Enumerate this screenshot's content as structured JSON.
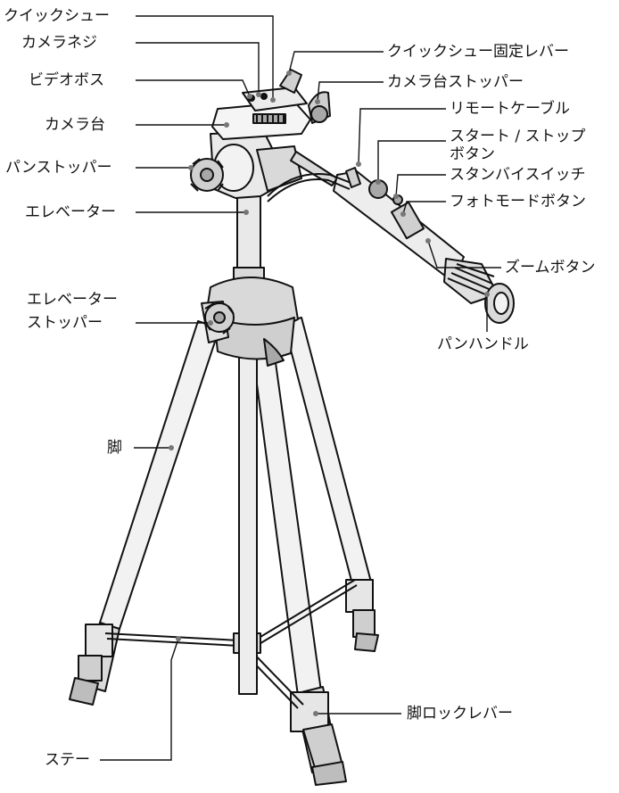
{
  "labels": {
    "quick_shoe": "クイックシュー",
    "camera_screw": "カメラネジ",
    "video_boss": "ビデオボス",
    "camera_platform": "カメラ台",
    "pan_stopper": "パンストッパー",
    "elevator": "エレベーター",
    "elevator_stopper_1": "エレベーター",
    "elevator_stopper_2": "ストッパー",
    "leg": "脚",
    "stay": "ステー",
    "quick_shoe_lever": "クイックシュー固定レバー",
    "camera_platform_stopper": "カメラ台ストッパー",
    "remote_cable": "リモートケーブル",
    "start_stop_1": "スタート / ストップ",
    "start_stop_2": "ボタン",
    "standby_switch": "スタンバイスイッチ",
    "photo_mode": "フォトモードボタン",
    "zoom_button": "ズームボタン",
    "pan_handle": "パンハンドル",
    "leg_lock_lever": "脚ロックレバー"
  },
  "colors": {
    "line": "#111111",
    "fill_light": "#f2f2f2",
    "fill_mid": "#d9d9d9",
    "fill_dark": "#a8a8a8",
    "leader_dot": "#777777"
  }
}
